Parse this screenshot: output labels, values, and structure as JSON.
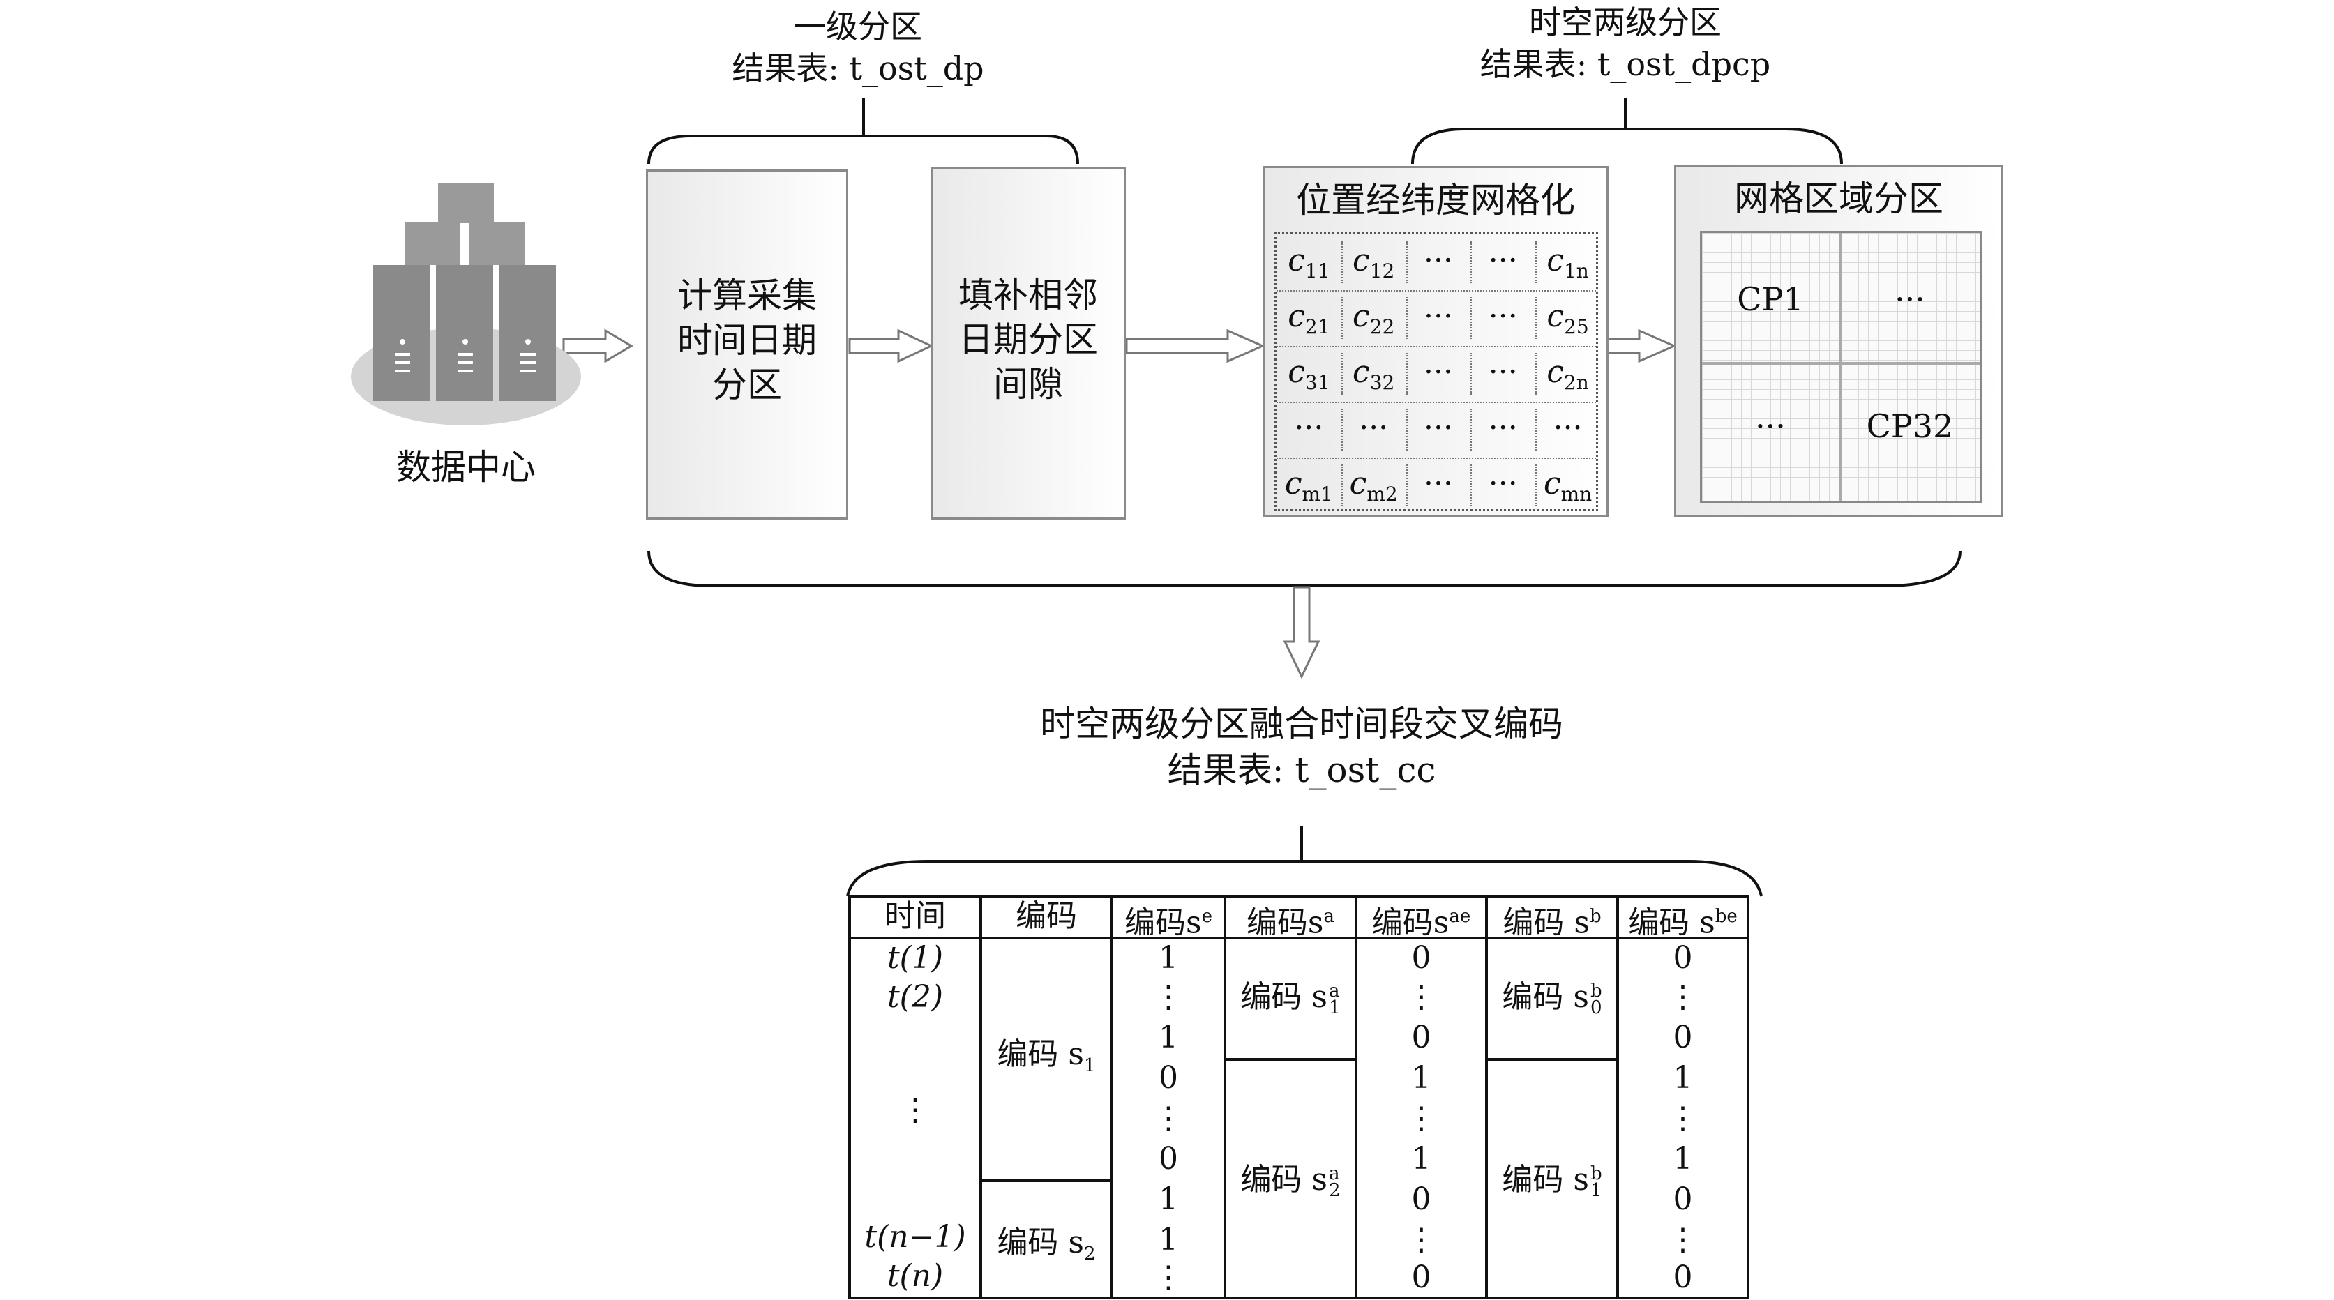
{
  "stage1": {
    "title": "一级分区",
    "result": "结果表: t_ost_dp"
  },
  "stage2": {
    "title": "时空两级分区",
    "result": "结果表: t_ost_dpcp"
  },
  "stage3": {
    "title": "时空两级分区融合时间段交叉编码",
    "result": "结果表: t_ost_cc"
  },
  "datacenter": {
    "label": "数据中心"
  },
  "box1": {
    "lines": [
      "计算采集",
      "时间日期",
      "分区"
    ]
  },
  "box2": {
    "lines": [
      "填补相邻",
      "日期分区",
      "间隙"
    ]
  },
  "box3": {
    "title": "位置经纬度网格化"
  },
  "box4": {
    "title": "网格区域分区",
    "cells": [
      "CP1",
      "···",
      "···",
      "CP32"
    ]
  },
  "grid": {
    "rows": [
      [
        [
          "c",
          "11"
        ],
        [
          "c",
          "12"
        ],
        [
          "···",
          ""
        ],
        [
          "···",
          ""
        ],
        [
          "c",
          "1n"
        ]
      ],
      [
        [
          "c",
          "21"
        ],
        [
          "c",
          "22"
        ],
        [
          "···",
          ""
        ],
        [
          "···",
          ""
        ],
        [
          "c",
          "25"
        ]
      ],
      [
        [
          "c",
          "31"
        ],
        [
          "c",
          "32"
        ],
        [
          "···",
          ""
        ],
        [
          "···",
          ""
        ],
        [
          "c",
          "2n"
        ]
      ],
      [
        [
          "···",
          ""
        ],
        [
          "···",
          ""
        ],
        [
          "···",
          ""
        ],
        [
          "···",
          ""
        ],
        [
          "···",
          ""
        ]
      ],
      [
        [
          "c",
          "m1"
        ],
        [
          "c",
          "m2"
        ],
        [
          "···",
          ""
        ],
        [
          "···",
          ""
        ],
        [
          "c",
          "mn"
        ]
      ]
    ]
  },
  "table": {
    "headers": [
      "时间",
      "编码",
      "编码s",
      "编码s",
      "编码s",
      "编码 s",
      "编码 s"
    ],
    "header_sups": [
      "",
      "",
      "e",
      "a",
      "ae",
      "b",
      "be"
    ],
    "time_col": [
      "t(1)",
      "t(2)",
      "⋮",
      "t(n−1)",
      "t(n)"
    ],
    "code_col": [
      {
        "text": "编码 s",
        "sub": "1"
      },
      {
        "text": "编码 s",
        "sub": "2"
      }
    ],
    "se_col": [
      "1",
      "⋮",
      "1",
      "0",
      "⋮",
      "0",
      "1",
      "1",
      "⋮"
    ],
    "sa_col": [
      {
        "text": "编码 s",
        "sup": "a",
        "sub": "1"
      },
      {
        "text": "编码 s",
        "sup": "a",
        "sub": "2"
      }
    ],
    "sae_col": [
      "0",
      "⋮",
      "0",
      "1",
      "⋮",
      "1",
      "0",
      "⋮",
      "0"
    ],
    "sb_col": [
      {
        "text": "编码 s",
        "sup": "b",
        "sub": "0"
      },
      {
        "text": "编码 s",
        "sup": "b",
        "sub": "1"
      }
    ],
    "sbe_col": [
      "0",
      "⋮",
      "0",
      "1",
      "⋮",
      "1",
      "0",
      "⋮",
      "0"
    ]
  }
}
